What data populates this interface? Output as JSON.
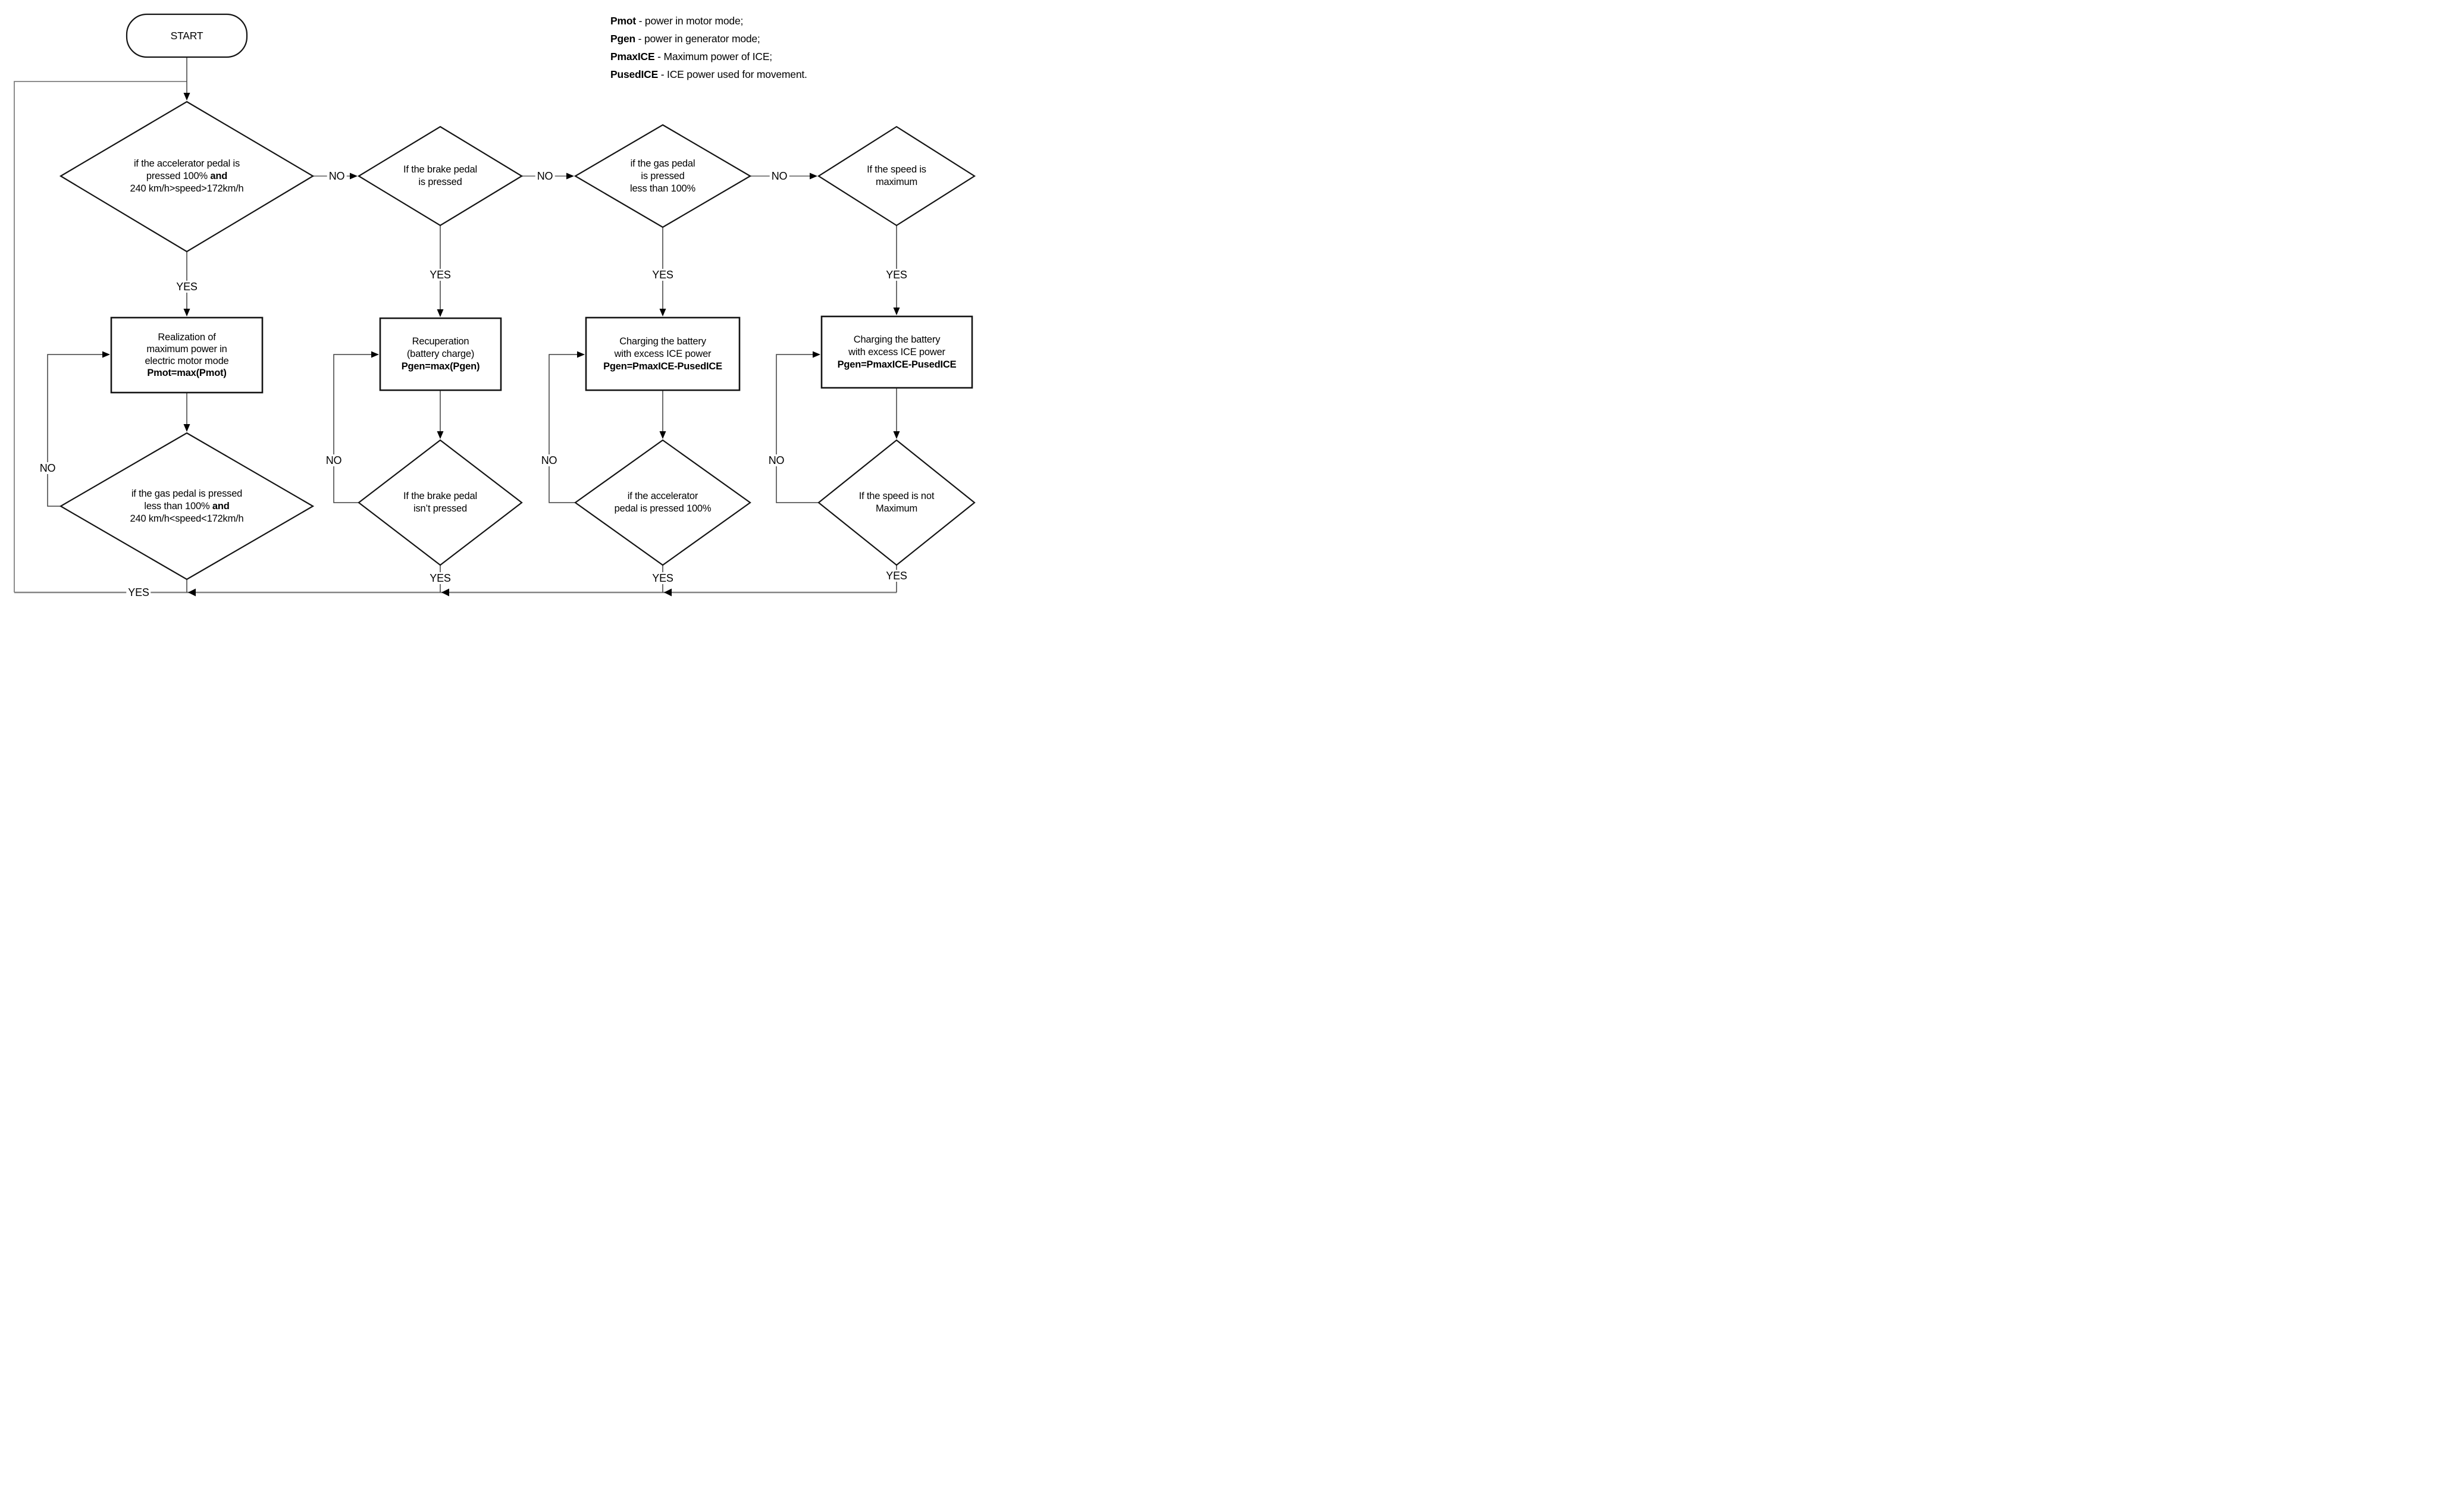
{
  "labels": {
    "start": "START",
    "yes": "YES",
    "no": "NO"
  },
  "legend": {
    "items": [
      {
        "term": "Pmot",
        "desc": "- power in motor mode;"
      },
      {
        "term": "Pgen",
        "desc": "- power in generator mode;"
      },
      {
        "term": "PmaxICE",
        "desc": "- Maximum power of ICE;"
      },
      {
        "term": "PusedICE",
        "desc": "- ICE power used for movement."
      }
    ]
  },
  "nodes": {
    "d1": {
      "l1": "if the accelerator pedal is",
      "l2": "pressed 100%",
      "l2_bold": "and",
      "l3": "240 km/h>speed>172km/h"
    },
    "d2": {
      "l1": "If the brake pedal",
      "l2": "is pressed"
    },
    "d3": {
      "l1": "if the gas pedal",
      "l2": "is pressed",
      "l3": "less than 100%"
    },
    "d4": {
      "l1": "If the speed is",
      "l2": "maximum"
    },
    "box1": {
      "l1": "Realization of",
      "l2": "maximum power in",
      "l3": "electric motor mode",
      "formula": "Pmot=max(Pmot)"
    },
    "box2": {
      "l1": "Recuperation",
      "l2": "(battery charge)",
      "formula": "Pgen=max(Pgen)"
    },
    "box3": {
      "l1": "Charging the battery",
      "l2": "with excess ICE power",
      "formula": "Pgen=PmaxICE-PusedICE"
    },
    "box4": {
      "l1": "Charging the battery",
      "l2": "with excess ICE power",
      "formula": "Pgen=PmaxICE-PusedICE"
    },
    "bd1": {
      "l1": "if the gas pedal is pressed",
      "l2": "less than 100%",
      "l2_bold": "and",
      "l3": "240 km/h<speed<172km/h"
    },
    "bd2": {
      "l1": "If the brake pedal",
      "l2": "isn’t pressed"
    },
    "bd3": {
      "l1": "if the accelerator",
      "l2": "pedal is pressed 100%"
    },
    "bd4": {
      "l1": "If the speed is not",
      "l2": "Maximum"
    }
  }
}
